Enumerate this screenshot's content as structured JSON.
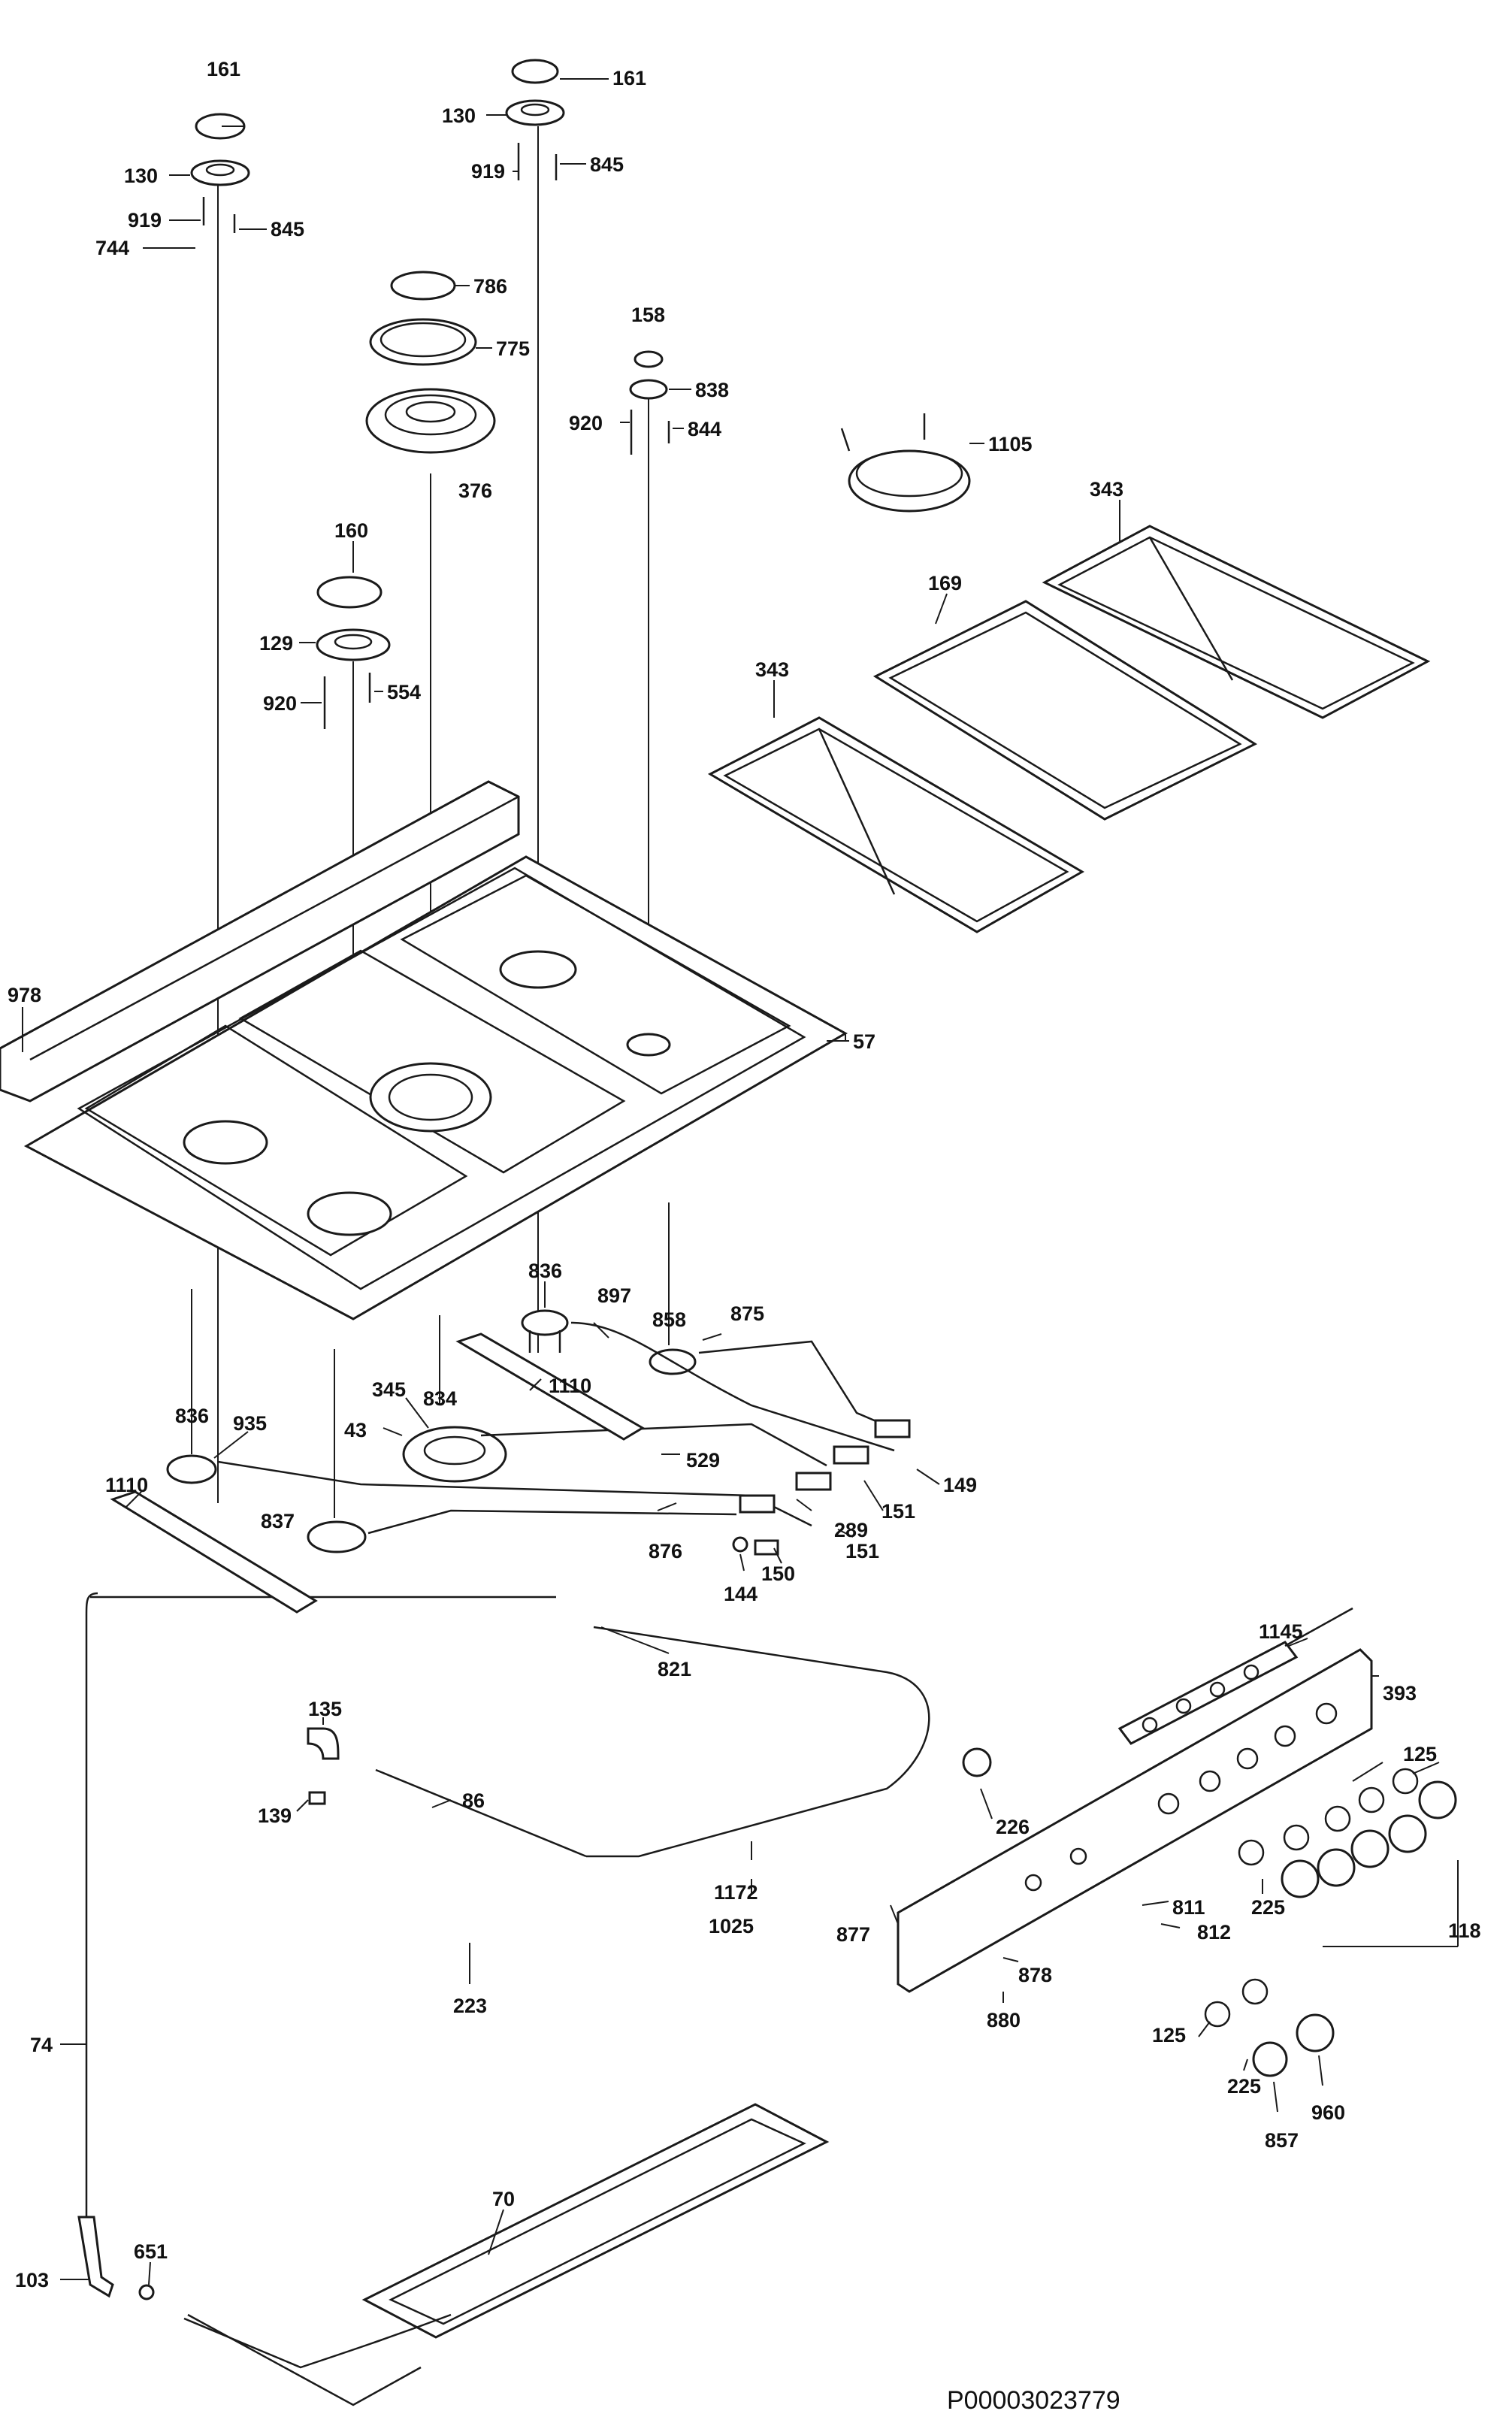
{
  "diagram": {
    "document_number": "P00003023779",
    "parts": [
      {
        "key": "161a",
        "label": "161"
      },
      {
        "key": "130a",
        "label": "130"
      },
      {
        "key": "919a",
        "label": "919"
      },
      {
        "key": "845a",
        "label": "845"
      },
      {
        "key": "744",
        "label": "744"
      },
      {
        "key": "161b",
        "label": "161"
      },
      {
        "key": "130b",
        "label": "130"
      },
      {
        "key": "919b",
        "label": "919"
      },
      {
        "key": "845b",
        "label": "845"
      },
      {
        "key": "786",
        "label": "786"
      },
      {
        "key": "775",
        "label": "775"
      },
      {
        "key": "376",
        "label": "376"
      },
      {
        "key": "158",
        "label": "158"
      },
      {
        "key": "838",
        "label": "838"
      },
      {
        "key": "920a",
        "label": "920"
      },
      {
        "key": "844",
        "label": "844"
      },
      {
        "key": "1105",
        "label": "1105"
      },
      {
        "key": "343a",
        "label": "343"
      },
      {
        "key": "169",
        "label": "169"
      },
      {
        "key": "343b",
        "label": "343"
      },
      {
        "key": "160",
        "label": "160"
      },
      {
        "key": "129",
        "label": "129"
      },
      {
        "key": "920b",
        "label": "920"
      },
      {
        "key": "554",
        "label": "554"
      },
      {
        "key": "978",
        "label": "978"
      },
      {
        "key": "57",
        "label": "57"
      },
      {
        "key": "836a",
        "label": "836"
      },
      {
        "key": "897",
        "label": "897"
      },
      {
        "key": "858",
        "label": "858"
      },
      {
        "key": "875",
        "label": "875"
      },
      {
        "key": "1110a",
        "label": "1110"
      },
      {
        "key": "345",
        "label": "345"
      },
      {
        "key": "834",
        "label": "834"
      },
      {
        "key": "43",
        "label": "43"
      },
      {
        "key": "529",
        "label": "529"
      },
      {
        "key": "836b",
        "label": "836"
      },
      {
        "key": "935",
        "label": "935"
      },
      {
        "key": "149",
        "label": "149"
      },
      {
        "key": "1110b",
        "label": "1110"
      },
      {
        "key": "151a",
        "label": "151"
      },
      {
        "key": "837",
        "label": "837"
      },
      {
        "key": "289",
        "label": "289"
      },
      {
        "key": "876",
        "label": "876"
      },
      {
        "key": "151b",
        "label": "151"
      },
      {
        "key": "150",
        "label": "150"
      },
      {
        "key": "144",
        "label": "144"
      },
      {
        "key": "1145",
        "label": "1145"
      },
      {
        "key": "821",
        "label": "821"
      },
      {
        "key": "393",
        "label": "393"
      },
      {
        "key": "135",
        "label": "135"
      },
      {
        "key": "125a",
        "label": "125"
      },
      {
        "key": "86",
        "label": "86"
      },
      {
        "key": "139",
        "label": "139"
      },
      {
        "key": "226",
        "label": "226"
      },
      {
        "key": "1172",
        "label": "1172"
      },
      {
        "key": "1025",
        "label": "1025"
      },
      {
        "key": "811",
        "label": "811"
      },
      {
        "key": "877",
        "label": "877"
      },
      {
        "key": "812",
        "label": "812"
      },
      {
        "key": "225a",
        "label": "225"
      },
      {
        "key": "118",
        "label": "118"
      },
      {
        "key": "878",
        "label": "878"
      },
      {
        "key": "223",
        "label": "223"
      },
      {
        "key": "880",
        "label": "880"
      },
      {
        "key": "125b",
        "label": "125"
      },
      {
        "key": "74",
        "label": "74"
      },
      {
        "key": "225b",
        "label": "225"
      },
      {
        "key": "960",
        "label": "960"
      },
      {
        "key": "857",
        "label": "857"
      },
      {
        "key": "70",
        "label": "70"
      },
      {
        "key": "103",
        "label": "103"
      },
      {
        "key": "651",
        "label": "651"
      }
    ]
  }
}
